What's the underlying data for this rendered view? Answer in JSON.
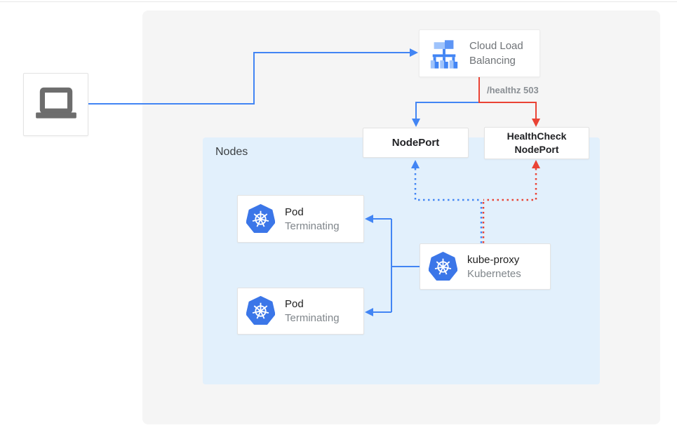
{
  "diagram": {
    "nodes_container": {
      "label": "Nodes"
    },
    "load_balancer": {
      "label": "Cloud Load Balancing"
    },
    "annotation": {
      "healthz": "/healthz 503"
    },
    "nodeport": {
      "label": "NodePort"
    },
    "healthcheck_nodeport": {
      "label_line1": "HealthCheck",
      "label_line2": "NodePort"
    },
    "pods": [
      {
        "title": "Pod",
        "subtitle": "Terminating"
      },
      {
        "title": "Pod",
        "subtitle": "Terminating"
      }
    ],
    "kube_proxy": {
      "title": "kube-proxy",
      "subtitle": "Kubernetes"
    }
  },
  "icons": {
    "client": "laptop-icon",
    "load_balancer": "load-balancer-icon",
    "pods": "kubernetes-wheel-icon",
    "kube_proxy": "kubernetes-wheel-icon"
  },
  "colors": {
    "blue": "#4285f4",
    "red": "#ea4335",
    "panel_bg": "#f5f5f5",
    "nodes_bg": "#e2f0fc",
    "text_dark": "#212121",
    "text_gray": "#80868b",
    "border_gray": "#e3e3e3"
  }
}
